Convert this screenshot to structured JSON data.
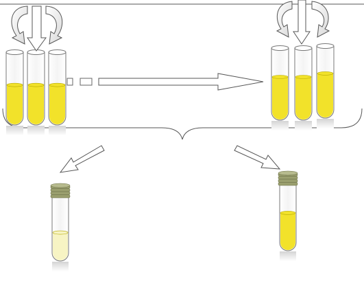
{
  "diagram": {
    "left_group": {
      "name": "initial-tube-set",
      "tubes": [
        {
          "role": "left-tube",
          "liquid_level": 0.55
        },
        {
          "role": "center-tube",
          "liquid_level": 0.55
        },
        {
          "role": "right-tube",
          "liquid_level": 0.55
        }
      ]
    },
    "right_group": {
      "name": "serial-transfer-tube-set",
      "tubes": [
        {
          "role": "left-tube",
          "liquid_level": 0.6
        },
        {
          "role": "center-tube",
          "liquid_level": 0.6
        },
        {
          "role": "right-tube",
          "liquid_level": 0.62
        }
      ]
    },
    "bottom_left_tube": {
      "role": "capped-tube-pale",
      "liquid_level": 0.45
    },
    "bottom_right_tube": {
      "role": "capped-tube-yellow",
      "liquid_level": 0.58
    },
    "colors": {
      "liquid_yellow": "#f2e22a",
      "liquid_pale": "#f7f4c4",
      "tube_outline": "#777777",
      "arrow_outline": "#555555",
      "cap_green": "#9a9f6e",
      "shadow": "#d9d9d9"
    }
  }
}
